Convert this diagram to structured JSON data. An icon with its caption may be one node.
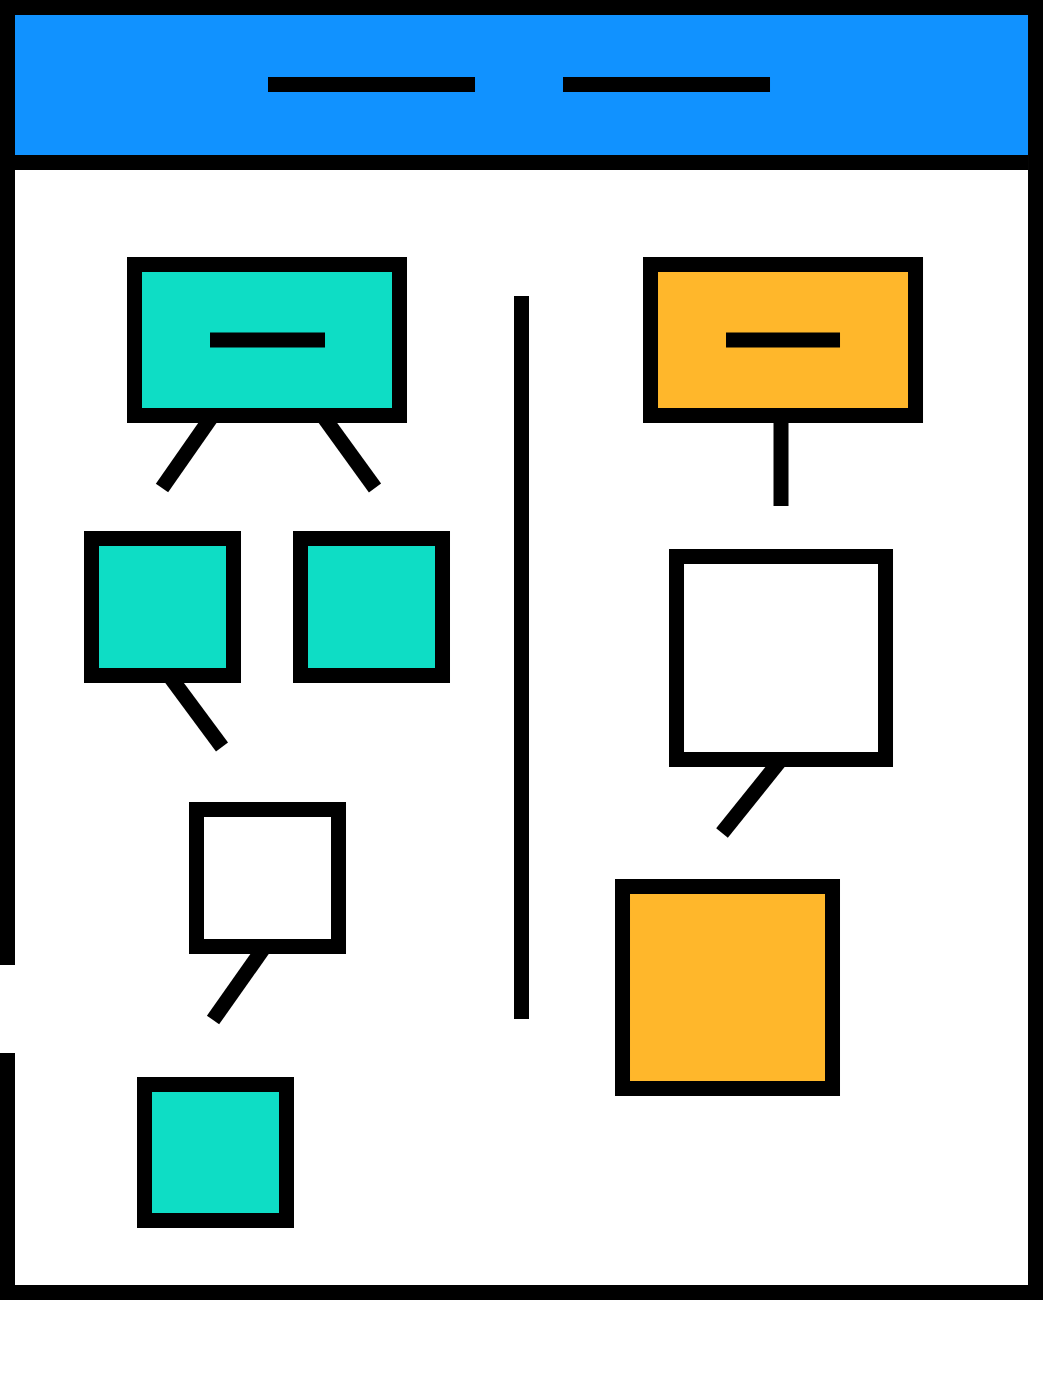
{
  "diagram": {
    "nodes": [
      {
        "text": [],
        "shape": "box"
      },
      {
        "text": [],
        "shape": "box"
      },
      {
        "text": [],
        "shape": "box"
      },
      {
        "text": [],
        "shape": "box"
      },
      {
        "text": [],
        "shape": "box"
      },
      {
        "text": [],
        "shape": "box"
      },
      {
        "text": [],
        "shape": "box"
      },
      {
        "text": [],
        "shape": "box"
      }
    ],
    "edges": [
      {
        "from": 0,
        "to": 1,
        "arrow": "none"
      },
      {
        "from": 0,
        "to": 2,
        "arrow": "none"
      },
      {
        "from": 1,
        "to": 3,
        "arrow": "none"
      },
      {
        "from": 3,
        "to": 4,
        "arrow": "none"
      },
      {
        "from": 5,
        "to": 6,
        "arrow": "none"
      },
      {
        "from": 6,
        "to": 7,
        "arrow": "none"
      }
    ]
  }
}
